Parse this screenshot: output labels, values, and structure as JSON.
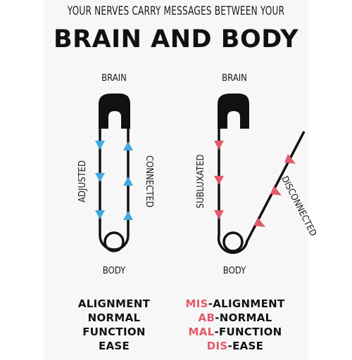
{
  "header": {
    "subtitle": "YOUR NERVES CARRY MESSAGES BETWEEN YOUR",
    "title": "BRAIN AND BODY"
  },
  "left_pin": {
    "top_label": "BRAIN",
    "bottom_label": "BODY",
    "left_label": "ADJUSTED",
    "right_label": "CONNECTED"
  },
  "right_pin": {
    "top_label": "BRAIN",
    "bottom_label": "BODY",
    "left_label": "SUBLUXATED",
    "right_label": "DISCONNECTED"
  },
  "left_terms": [
    "ALIGNMENT",
    "NORMAL",
    "FUNCTION",
    "EASE"
  ],
  "right_terms": [
    {
      "prefix": "MIS",
      "rest": "-ALIGNMENT"
    },
    {
      "prefix": "AB",
      "rest": "-NORMAL"
    },
    {
      "prefix": "MAL",
      "rest": "-FUNCTION"
    },
    {
      "prefix": "DIS",
      "rest": "-EASE"
    }
  ],
  "colors": {
    "blue_arrow": "#3fa9e0",
    "pink_arrow": "#e25a6a",
    "pin": "#111111"
  }
}
